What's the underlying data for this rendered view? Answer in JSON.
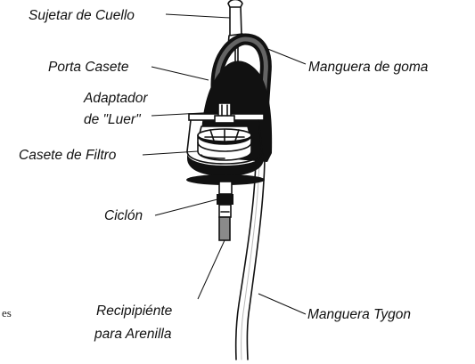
{
  "labels": {
    "neck_clip": "Sujetar de Cuello",
    "cassette_holder": "Porta Casete",
    "rubber_hose": "Manguera de goma",
    "luer_adapter_line1": "Adaptador",
    "luer_adapter_line2": "de \"Luer\"",
    "filter_cassette": "Casete de Filtro",
    "cyclone": "Ciclón",
    "tygon_hose": "Manguera Tygon",
    "grit_pot_line1": "Recipipiénte",
    "grit_pot_line2": "para Arenilla",
    "stray_text": "es"
  }
}
